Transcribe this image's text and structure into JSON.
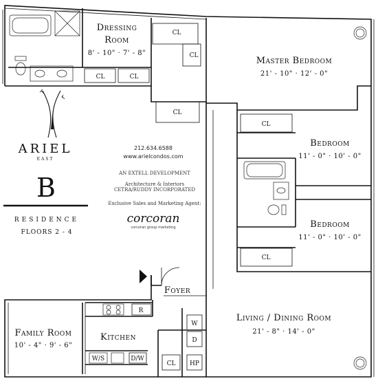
{
  "brand": {
    "name": "ARIEL",
    "sub": "EAST",
    "unit_letter": "B",
    "unit_word": "RESIDENCE",
    "floors": "FLOORS 2 - 4"
  },
  "info": {
    "phone": "212.634.6588",
    "website": "www.arielcondos.com",
    "developer": "AN EXTELL DEVELOPMENT",
    "architect_line1": "Architecture & Interiors",
    "architect_line2": "CETRA/RUDDY INCORPORATED",
    "agent_label": "Exclusive Sales and Marketing Agent:",
    "agent_name": "corcoran",
    "agent_sub": "corcoran group marketing"
  },
  "rooms": {
    "dressing_line1": "Dressing",
    "dressing_line2": "Room",
    "dressing_dim": "8' - 10\" · 7' - 8\"",
    "master_name": "Master Bedroom",
    "master_dim": "21' - 10\" · 12' - 0\"",
    "bed1_name": "Bedroom",
    "bed1_dim": "11' - 0\" · 10' - 0\"",
    "bed2_name": "Bedroom",
    "bed2_dim": "11' - 0\" · 10' - 0\"",
    "foyer_name": "Foyer",
    "living_name": "Living / Dining Room",
    "living_dim": "21' - 8\" · 14' - 0\"",
    "family_name": "Family Room",
    "family_dim": "10' - 4\" · 9' - 6\"",
    "kitchen_name": "Kitchen"
  },
  "labels": {
    "closet": "CL",
    "washer": "W",
    "dryer": "D",
    "heat_pump": "HP",
    "refrigerator": "R",
    "washer_sink": "W/S",
    "dishwasher": "D/W"
  }
}
